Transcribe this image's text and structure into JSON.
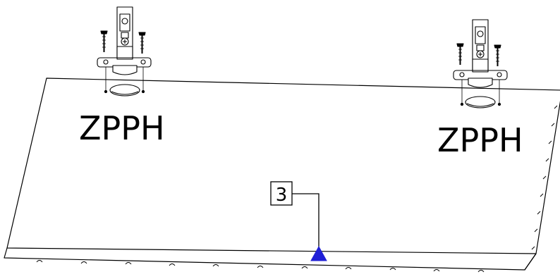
{
  "labels": {
    "left_hinge_code": "ZPPH",
    "right_hinge_code": "ZPPH",
    "callout_number": "3"
  },
  "colors": {
    "line": "#000000",
    "marker": "#1f1fd6",
    "background": "#ffffff"
  }
}
